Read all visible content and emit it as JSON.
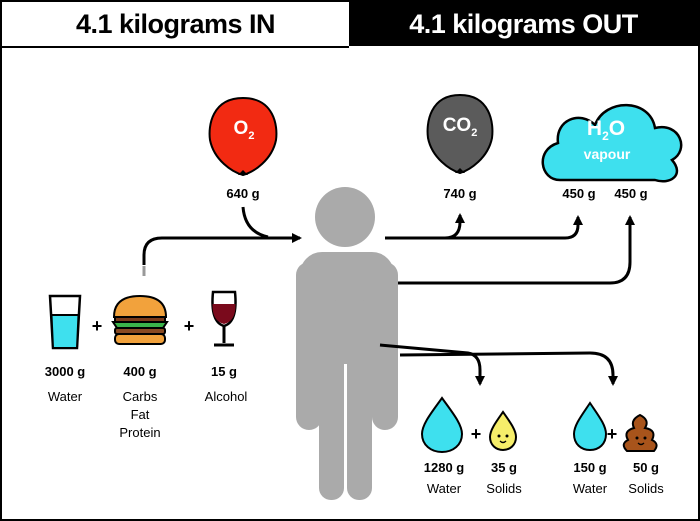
{
  "header": {
    "in_title": "4.1 kilograms IN",
    "out_title": "4.1 kilograms OUT"
  },
  "balloons": {
    "o2": {
      "sym": "O",
      "sub": "2",
      "amount": "640 g",
      "color": "#f22a12"
    },
    "co2": {
      "sym": "CO",
      "sub": "2",
      "amount": "740 g",
      "color": "#5b5b5b"
    }
  },
  "cloud": {
    "sym1": "H",
    "sub": "2",
    "sym2": "O",
    "word": "vapour",
    "amount_a": "450 g",
    "amount_b": "450 g",
    "color": "#3ee0ee"
  },
  "inputs": [
    {
      "amount": "3000 g",
      "label": "Water"
    },
    {
      "amount": "400 g",
      "label_lines": [
        "Carbs",
        "Fat",
        "Protein"
      ]
    },
    {
      "amount": "15 g",
      "label": "Alcohol"
    }
  ],
  "plus": "+",
  "outputs": {
    "urine": {
      "water_amount": "1280 g",
      "water_label": "Water",
      "solids_amount": "35 g",
      "solids_label": "Solids"
    },
    "faeces": {
      "water_amount": "150 g",
      "water_label": "Water",
      "solids_amount": "50 g",
      "solids_label": "Solids"
    }
  },
  "colors": {
    "water": "#3ee0ee",
    "urine": "#f6ee6a",
    "faeces": "#a8541b",
    "person": "#aaaaaa",
    "wine": "#7a0a1c"
  }
}
